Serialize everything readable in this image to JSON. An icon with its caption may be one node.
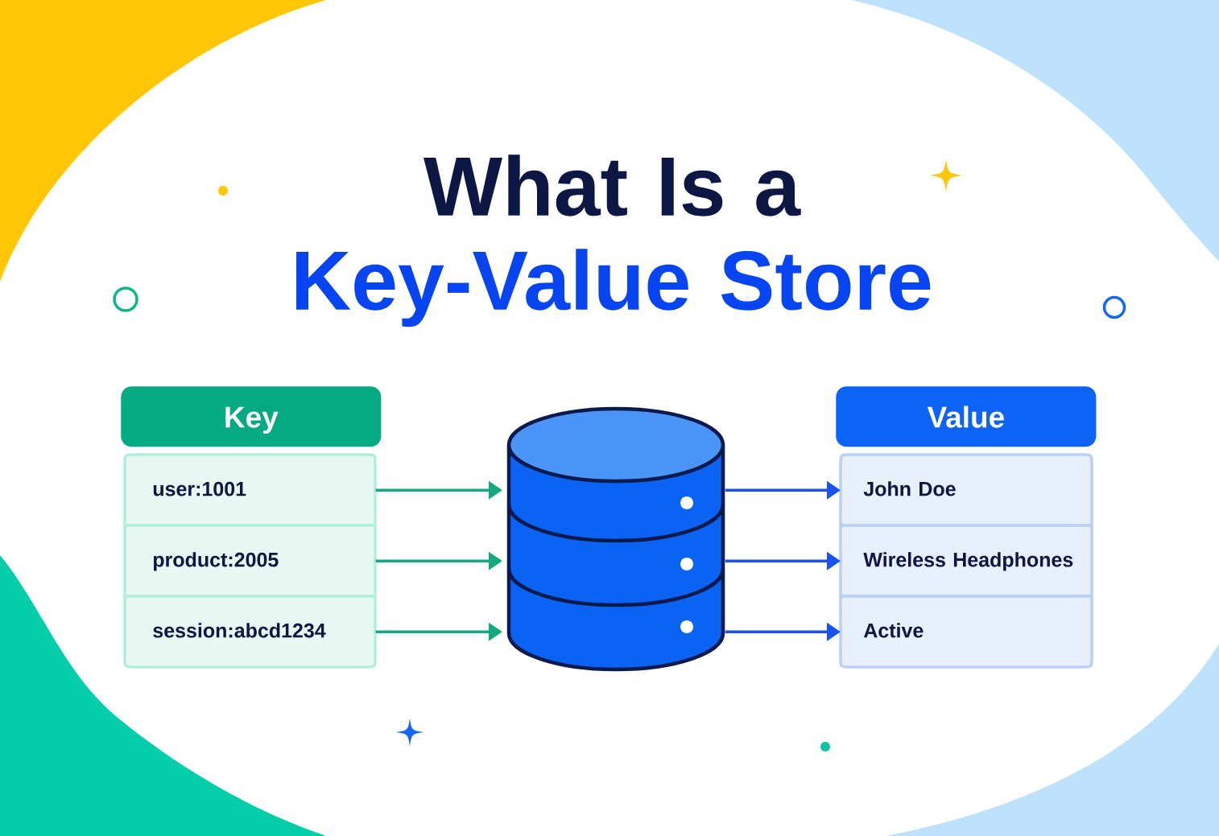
{
  "diagram": {
    "title": "What Is a **Key-Value Store**",
    "nodes": [
      {
        "text": [
          "Key"
        ]
      },
      {
        "text": [
          "user:1001"
        ]
      },
      {
        "text": [
          "product:2005"
        ]
      },
      {
        "text": [
          "session:abcd1234"
        ]
      },
      {
        "text": [],
        "shape": "cylinder"
      },
      {
        "text": [
          "Value"
        ]
      },
      {
        "text": [
          "John Doe"
        ]
      },
      {
        "text": [
          "Wireless Headphones"
        ]
      },
      {
        "text": [
          "Active"
        ]
      }
    ],
    "edges": [
      {
        "from": 1,
        "to": 4,
        "arrow": "to",
        "color": "#14a97e"
      },
      {
        "from": 2,
        "to": 4,
        "arrow": "to",
        "color": "#14a97e"
      },
      {
        "from": 3,
        "to": 4,
        "arrow": "to",
        "color": "#14a97e"
      },
      {
        "from": 4,
        "to": 6,
        "arrow": "to",
        "color": "#1a52f2"
      },
      {
        "from": 4,
        "to": 7,
        "arrow": "to",
        "color": "#1a52f2"
      },
      {
        "from": 4,
        "to": 8,
        "arrow": "to",
        "color": "#1a52f2"
      }
    ]
  }
}
